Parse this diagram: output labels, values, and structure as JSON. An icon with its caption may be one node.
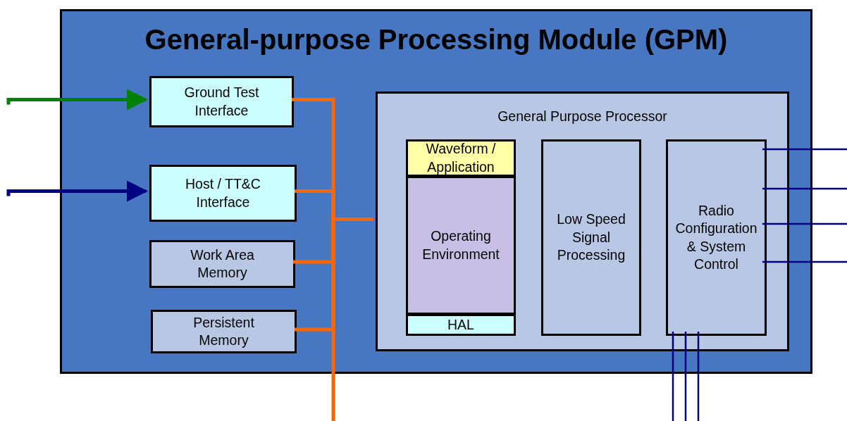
{
  "diagram": {
    "nodes": [
      {
        "text": [
          "General-purpose Processing Module (GPM)"
        ]
      },
      {
        "text": [
          "Ground Test Interface"
        ],
        "in": 0
      },
      {
        "text": [
          "Host / TT&C Interface"
        ],
        "in": 0
      },
      {
        "text": [
          "Work Area Memory"
        ],
        "in": 0
      },
      {
        "text": [
          "Persistent Memory"
        ],
        "in": 0
      },
      {
        "text": [
          "General Purpose Processor"
        ],
        "in": 0
      },
      {
        "text": [
          "Waveform / Application"
        ],
        "in": 5
      },
      {
        "text": [
          "Operating Environment"
        ],
        "in": 5
      },
      {
        "text": [
          "HAL"
        ],
        "in": 5
      },
      {
        "text": [
          "Low Speed Signal Processing"
        ],
        "in": 5
      },
      {
        "text": [
          "Radio Configuration & System Control"
        ],
        "in": 5
      }
    ],
    "edges": [
      {
        "from": null,
        "to": 1,
        "arrow": "to",
        "style": "thick",
        "color": "#008000"
      },
      {
        "from": null,
        "to": 2,
        "arrow": "to",
        "style": "thick",
        "color": "#000080"
      },
      {
        "from": 1,
        "to": 5,
        "arrow": "none",
        "style": "thick",
        "color": "#ff6600"
      },
      {
        "from": 2,
        "to": 5,
        "arrow": "none",
        "style": "thick",
        "color": "#ff6600"
      },
      {
        "from": 3,
        "to": 5,
        "arrow": "none",
        "style": "thick",
        "color": "#ff6600"
      },
      {
        "from": 4,
        "to": 5,
        "arrow": "none",
        "style": "thick",
        "color": "#ff6600"
      },
      {
        "from": 5,
        "to": null,
        "arrow": "none",
        "style": "thick",
        "color": "#ff6600"
      },
      {
        "from": 10,
        "to": null,
        "arrow": "none",
        "color": "#000080"
      },
      {
        "from": 10,
        "to": null,
        "arrow": "none",
        "color": "#000080"
      },
      {
        "from": 10,
        "to": null,
        "arrow": "none",
        "color": "#000080"
      },
      {
        "from": 10,
        "to": null,
        "arrow": "none",
        "color": "#000080"
      },
      {
        "from": 10,
        "to": null,
        "arrow": "none",
        "color": "#000080"
      },
      {
        "from": 10,
        "to": null,
        "arrow": "none",
        "color": "#000080"
      },
      {
        "from": 10,
        "to": null,
        "arrow": "none",
        "color": "#000080"
      }
    ]
  }
}
